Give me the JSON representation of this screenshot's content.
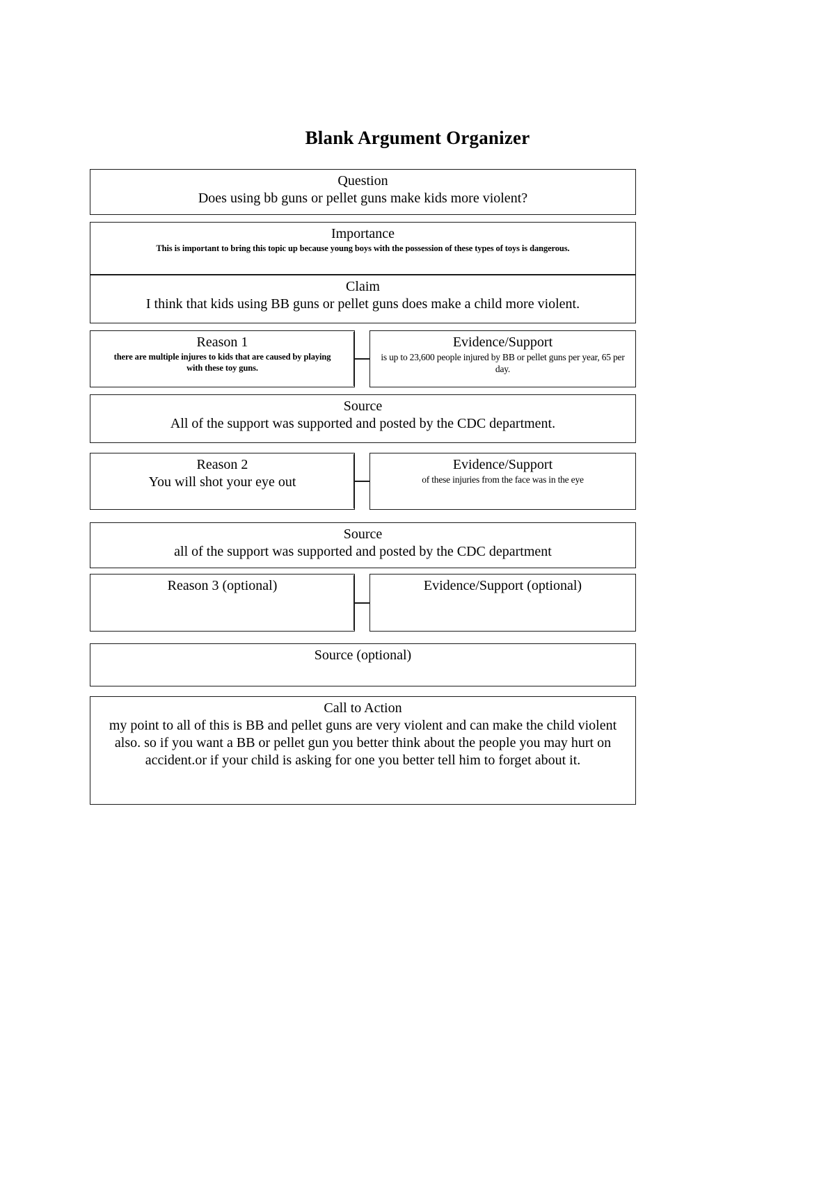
{
  "document": {
    "title": "Blank Argument Organizer"
  },
  "sections": {
    "question": {
      "header": "Question",
      "body": "Does using bb guns or pellet guns make kids more violent?"
    },
    "importance": {
      "header": "Importance",
      "body": "This is important to bring this topic up because young boys with the possession of these types of toys is dangerous."
    },
    "claim": {
      "header": "Claim",
      "body": "I think that kids using BB guns or pellet guns does make a child more violent."
    },
    "reason1": {
      "header": "Reason 1",
      "body_line1": "there are multiple injures to kids that are caused by playing",
      "body_line2": "with these toy guns."
    },
    "evidence1": {
      "header": "Evidence/Support",
      "body": "is up to 23,600 people injured by BB or pellet guns per year, 65 per day."
    },
    "source1": {
      "header": "Source",
      "body": "All of the support was supported and posted by the CDC department."
    },
    "reason2": {
      "header": "Reason 2",
      "body": "You will shot your eye out"
    },
    "evidence2": {
      "header": "Evidence/Support",
      "body": "of these injuries from the face was in the eye"
    },
    "source2": {
      "header": "Source",
      "body": "all of the support was supported and posted by the CDC department"
    },
    "reason3": {
      "header": "Reason 3 (optional)",
      "body": ""
    },
    "evidence3": {
      "header": "Evidence/Support (optional)",
      "body": ""
    },
    "source3": {
      "header": "Source (optional)",
      "body": ""
    },
    "call_to_action": {
      "header": "Call to Action",
      "body": "my point to all of this is BB and pellet guns are very violent and can make the child violent also. so if you want a BB or pellet gun you better think about the people you may hurt on accident.or if your child is asking for one you better tell him to forget about it."
    }
  },
  "colors": {
    "border": "#1a1a1a",
    "text": "#000000",
    "page_background": "#ffffff"
  }
}
